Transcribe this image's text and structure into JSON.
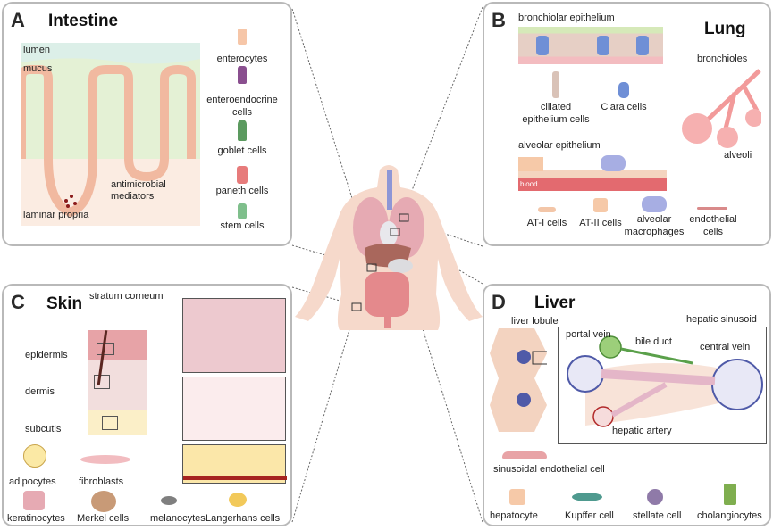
{
  "panels": {
    "intestine": {
      "letter": "A",
      "title": "Intestine",
      "regions": {
        "lumen": "lumen",
        "mucus": "mucus",
        "laminar_propria": "laminar propria",
        "antimicrobial_1": "antimicrobial",
        "antimicrobial_2": "mediators"
      },
      "legend": [
        {
          "label": "enterocytes",
          "color": "#f6c6a8"
        },
        {
          "label_1": "enteroendocrine",
          "label_2": "cells",
          "color": "#8a4f8f"
        },
        {
          "label": "goblet cells",
          "color": "#5b9a5f"
        },
        {
          "label": "paneth cells",
          "color": "#e77b7b"
        },
        {
          "label": "stem cells",
          "color": "#7fbf8c"
        }
      ]
    },
    "lung": {
      "letter": "B",
      "title": "Lung",
      "bronchiolar": "bronchiolar epithelium",
      "alveolar": "alveolar epithelium",
      "blood": "blood",
      "bronchioles": "bronchioles",
      "alveoli": "alveoli",
      "cells_top": [
        {
          "label_1": "ciliated",
          "label_2": "epithelium cells"
        },
        {
          "label_1": "Clara cells"
        }
      ],
      "legend": [
        {
          "label_1": "AT-I cells"
        },
        {
          "label_1": "AT-II cells"
        },
        {
          "label_1": "alveolar",
          "label_2": "macrophages"
        },
        {
          "label_1": "endothelial",
          "label_2": "cells"
        }
      ]
    },
    "skin": {
      "letter": "C",
      "title": "Skin",
      "stratum": "stratum corneum",
      "layers": [
        "epidermis",
        "dermis",
        "subcutis"
      ],
      "legend_row1": [
        "adipocytes",
        "fibroblasts"
      ],
      "legend_row2": [
        "keratinocytes",
        "Merkel cells",
        "melanocytes",
        "Langerhans cells"
      ]
    },
    "liver": {
      "letter": "D",
      "title": "Liver",
      "lobule": "liver lobule",
      "sinusoid": "hepatic sinusoid",
      "portal_vein": "portal vein",
      "bile_duct": "bile duct",
      "central_vein": "central vein",
      "hepatic_artery": "hepatic artery",
      "sinusoidal": "sinusoidal endothelial cell",
      "legend": [
        "hepatocyte",
        "Kupffer cell",
        "stellate cell",
        "cholangiocytes"
      ]
    }
  }
}
